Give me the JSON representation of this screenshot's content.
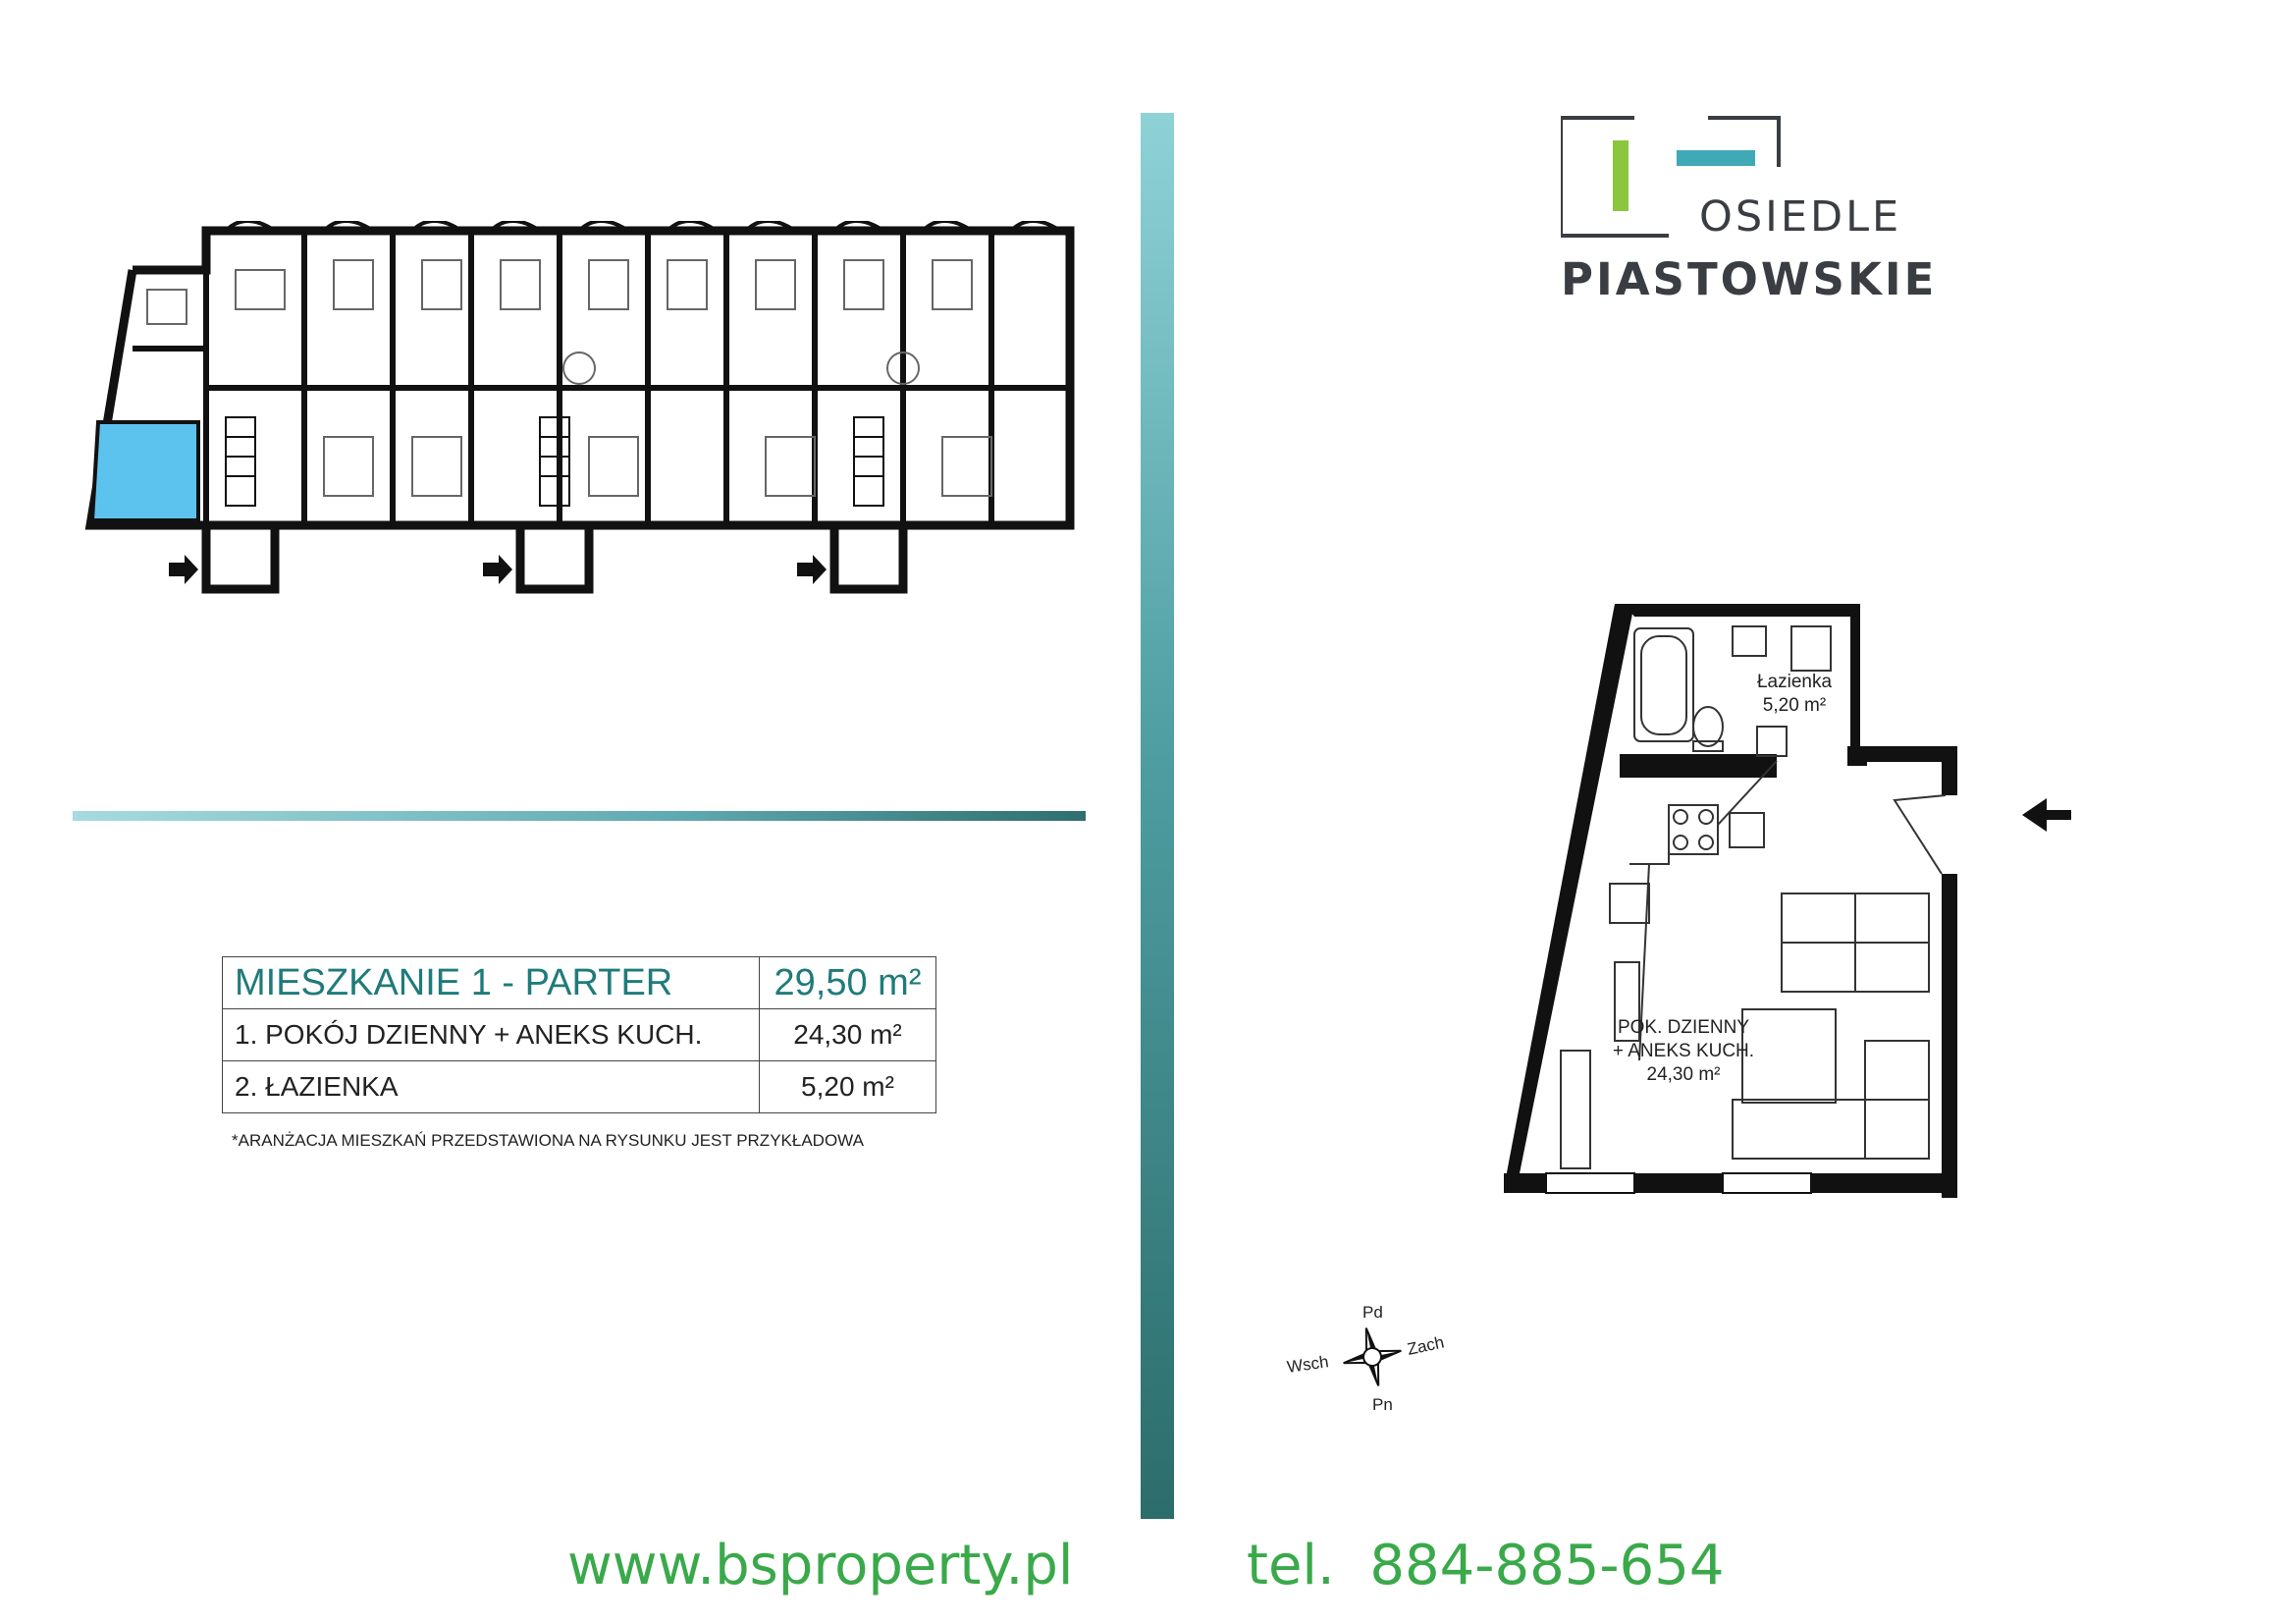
{
  "brand": {
    "name_line1": "OSIEDLE",
    "name_line2": "PIASTOWSKIE",
    "colors": {
      "green": "#8cc63f",
      "teal": "#3fa9b5",
      "dark": "#3a3d42"
    }
  },
  "table": {
    "header": {
      "label": "MIESZKANIE 1 - PARTER",
      "value": "29,50 m²"
    },
    "rows": [
      {
        "label": "1. POKÓJ DZIENNY + ANEKS KUCH.",
        "value": "24,30 m²"
      },
      {
        "label": "2. ŁAZIENKA",
        "value": "5,20 m²"
      }
    ]
  },
  "note": "*ARANŻACJA MIESZKAŃ PRZEDSTAWIONA NA RYSUNKU JEST PRZYKŁADOWA",
  "plan": {
    "bathroom": {
      "name": "Łazienka",
      "area": "5,20 m²"
    },
    "living": {
      "line1": "POK. DZIENNY",
      "line2": "+ ANEKS KUCH.",
      "area": "24,30 m²"
    }
  },
  "compass": {
    "north": "Pd",
    "south": "Pn",
    "west": "Wsch",
    "east": "Zach"
  },
  "footer": {
    "website": "www.bsproperty.pl",
    "phone": "tel.  884-885-654"
  },
  "highlight_color": "#5cc3ef"
}
